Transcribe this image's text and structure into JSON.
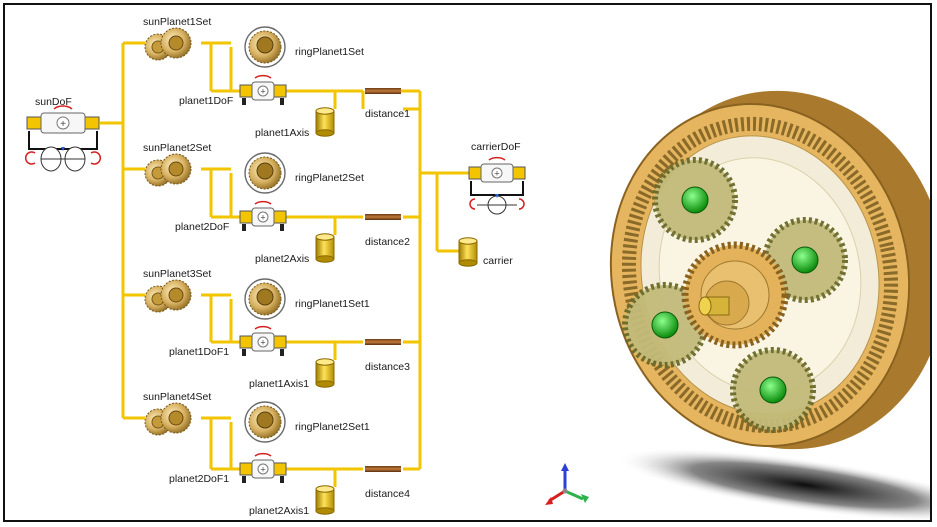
{
  "diagram": {
    "colors": {
      "wire": "#f2c500",
      "flange": "#1a1a1a",
      "rod": "#8a4a1a",
      "gear": "#c8a14a",
      "ring": "#e0b055"
    },
    "labels": {
      "sunDoF": "sunDoF",
      "carrierDoF": "carrierDoF",
      "carrier": "carrier",
      "sunPlanet1Set": "sunPlanet1Set",
      "sunPlanet2Set": "sunPlanet2Set",
      "sunPlanet3Set": "sunPlanet3Set",
      "sunPlanet4Set": "sunPlanet4Set",
      "ringPlanet1Set": "ringPlanet1Set",
      "ringPlanet2Set": "ringPlanet2Set",
      "ringPlanet1Set1": "ringPlanet1Set1",
      "ringPlanet2Set1": "ringPlanet2Set1",
      "planet1DoF": "planet1DoF",
      "planet2DoF": "planet2DoF",
      "planet1DoF1": "planet1DoF1",
      "planet2DoF1": "planet2DoF1",
      "planet1Axis": "planet1Axis",
      "planet2Axis": "planet2Axis",
      "planet1Axis1": "planet1Axis1",
      "planet2Axis1": "planet2Axis1",
      "distance1": "distance1",
      "distance2": "distance2",
      "distance3": "distance3",
      "distance4": "distance4"
    },
    "icons": [
      "sun-dof-icon",
      "carrier-dof-icon",
      "gear-pair-icon",
      "ring-gear-icon",
      "revolute-joint-icon",
      "body-cylinder-icon",
      "rod-icon",
      "axes-triad-icon"
    ],
    "render_label": "planetary-gear-3d-render"
  }
}
